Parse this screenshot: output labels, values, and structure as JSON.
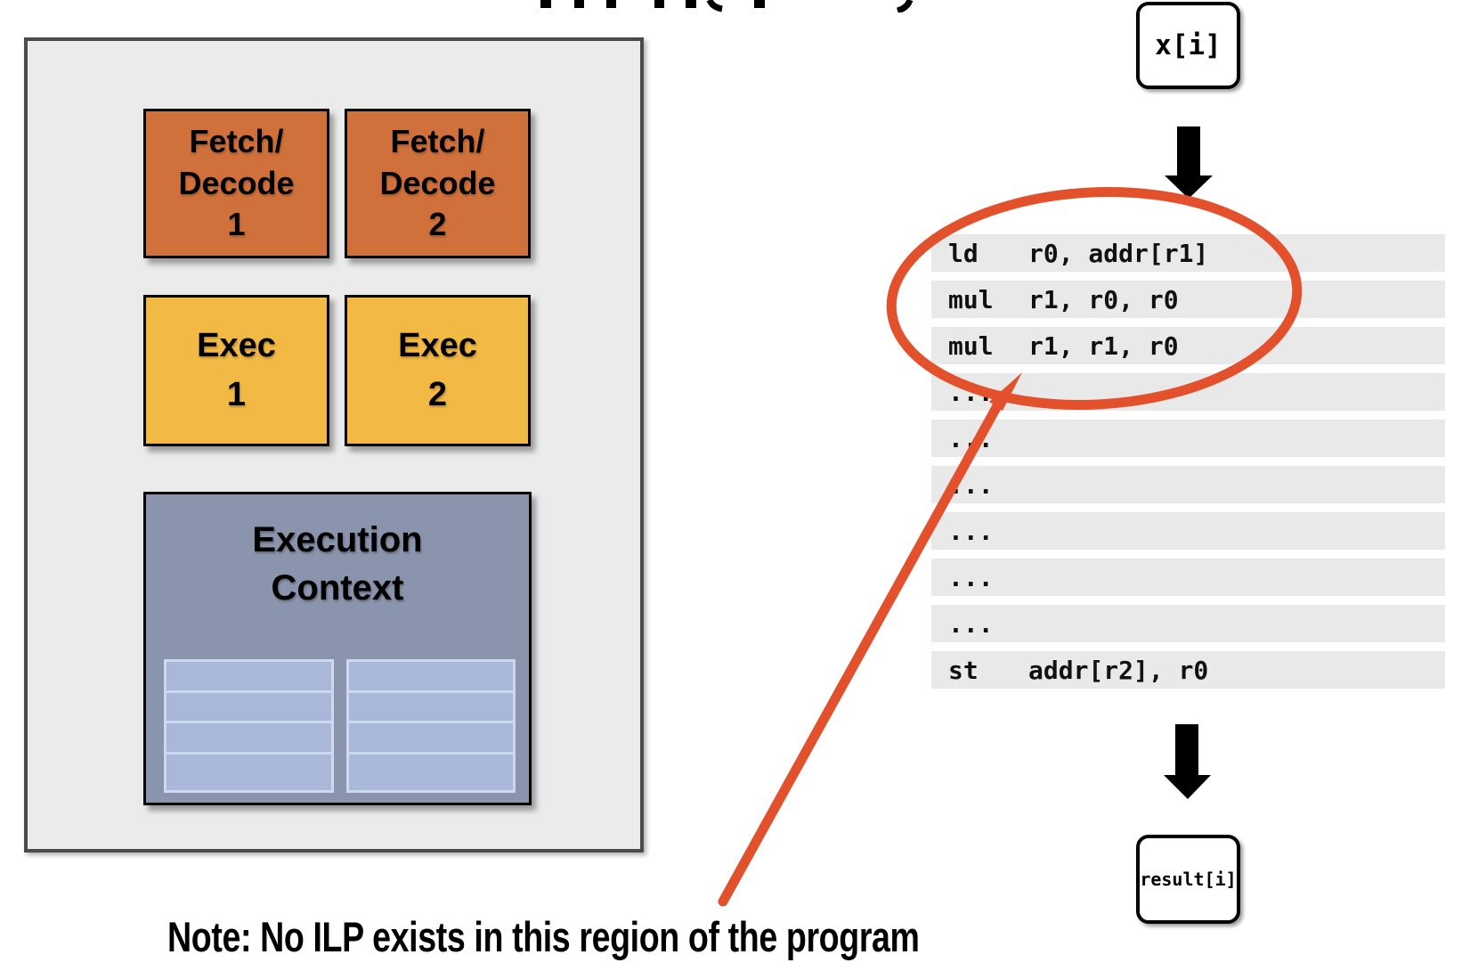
{
  "slide": {
    "note": "Note: No ILP exists in this region of the program"
  },
  "processor": {
    "units": [
      {
        "name": "fetch-decode-1",
        "lines": [
          "Fetch/",
          "Decode",
          "1"
        ]
      },
      {
        "name": "fetch-decode-2",
        "lines": [
          "Fetch/",
          "Decode",
          "2"
        ]
      },
      {
        "name": "exec-1",
        "lines": [
          "Exec",
          "1"
        ]
      },
      {
        "name": "exec-2",
        "lines": [
          "Exec",
          "2"
        ]
      }
    ],
    "execution_context": {
      "lines": [
        "Execution",
        "Context"
      ],
      "register_grids": 2,
      "rows_per_grid": 4
    }
  },
  "dataflow": {
    "input": "x[i]",
    "output": "result[i]"
  },
  "instructions": [
    {
      "opcode": "ld",
      "operands": "r0, addr[r1]"
    },
    {
      "opcode": "mul",
      "operands": "r1, r0, r0"
    },
    {
      "opcode": "mul",
      "operands": "r1, r1, r0"
    },
    {
      "opcode": "...",
      "operands": ""
    },
    {
      "opcode": "...",
      "operands": ""
    },
    {
      "opcode": "...",
      "operands": ""
    },
    {
      "opcode": "...",
      "operands": ""
    },
    {
      "opcode": "...",
      "operands": ""
    },
    {
      "opcode": "...",
      "operands": ""
    },
    {
      "opcode": "st",
      "operands": "addr[r2], r0"
    }
  ],
  "colors": {
    "fetch_decode": "#D0713C",
    "exec": "#F2BA45",
    "execution_context": "#8A94AC",
    "register_grid": "#A9B7D8",
    "panel": "#EBEBEB",
    "instruction_row": "#E9E9E9",
    "annotation_red": "#E3502C"
  }
}
